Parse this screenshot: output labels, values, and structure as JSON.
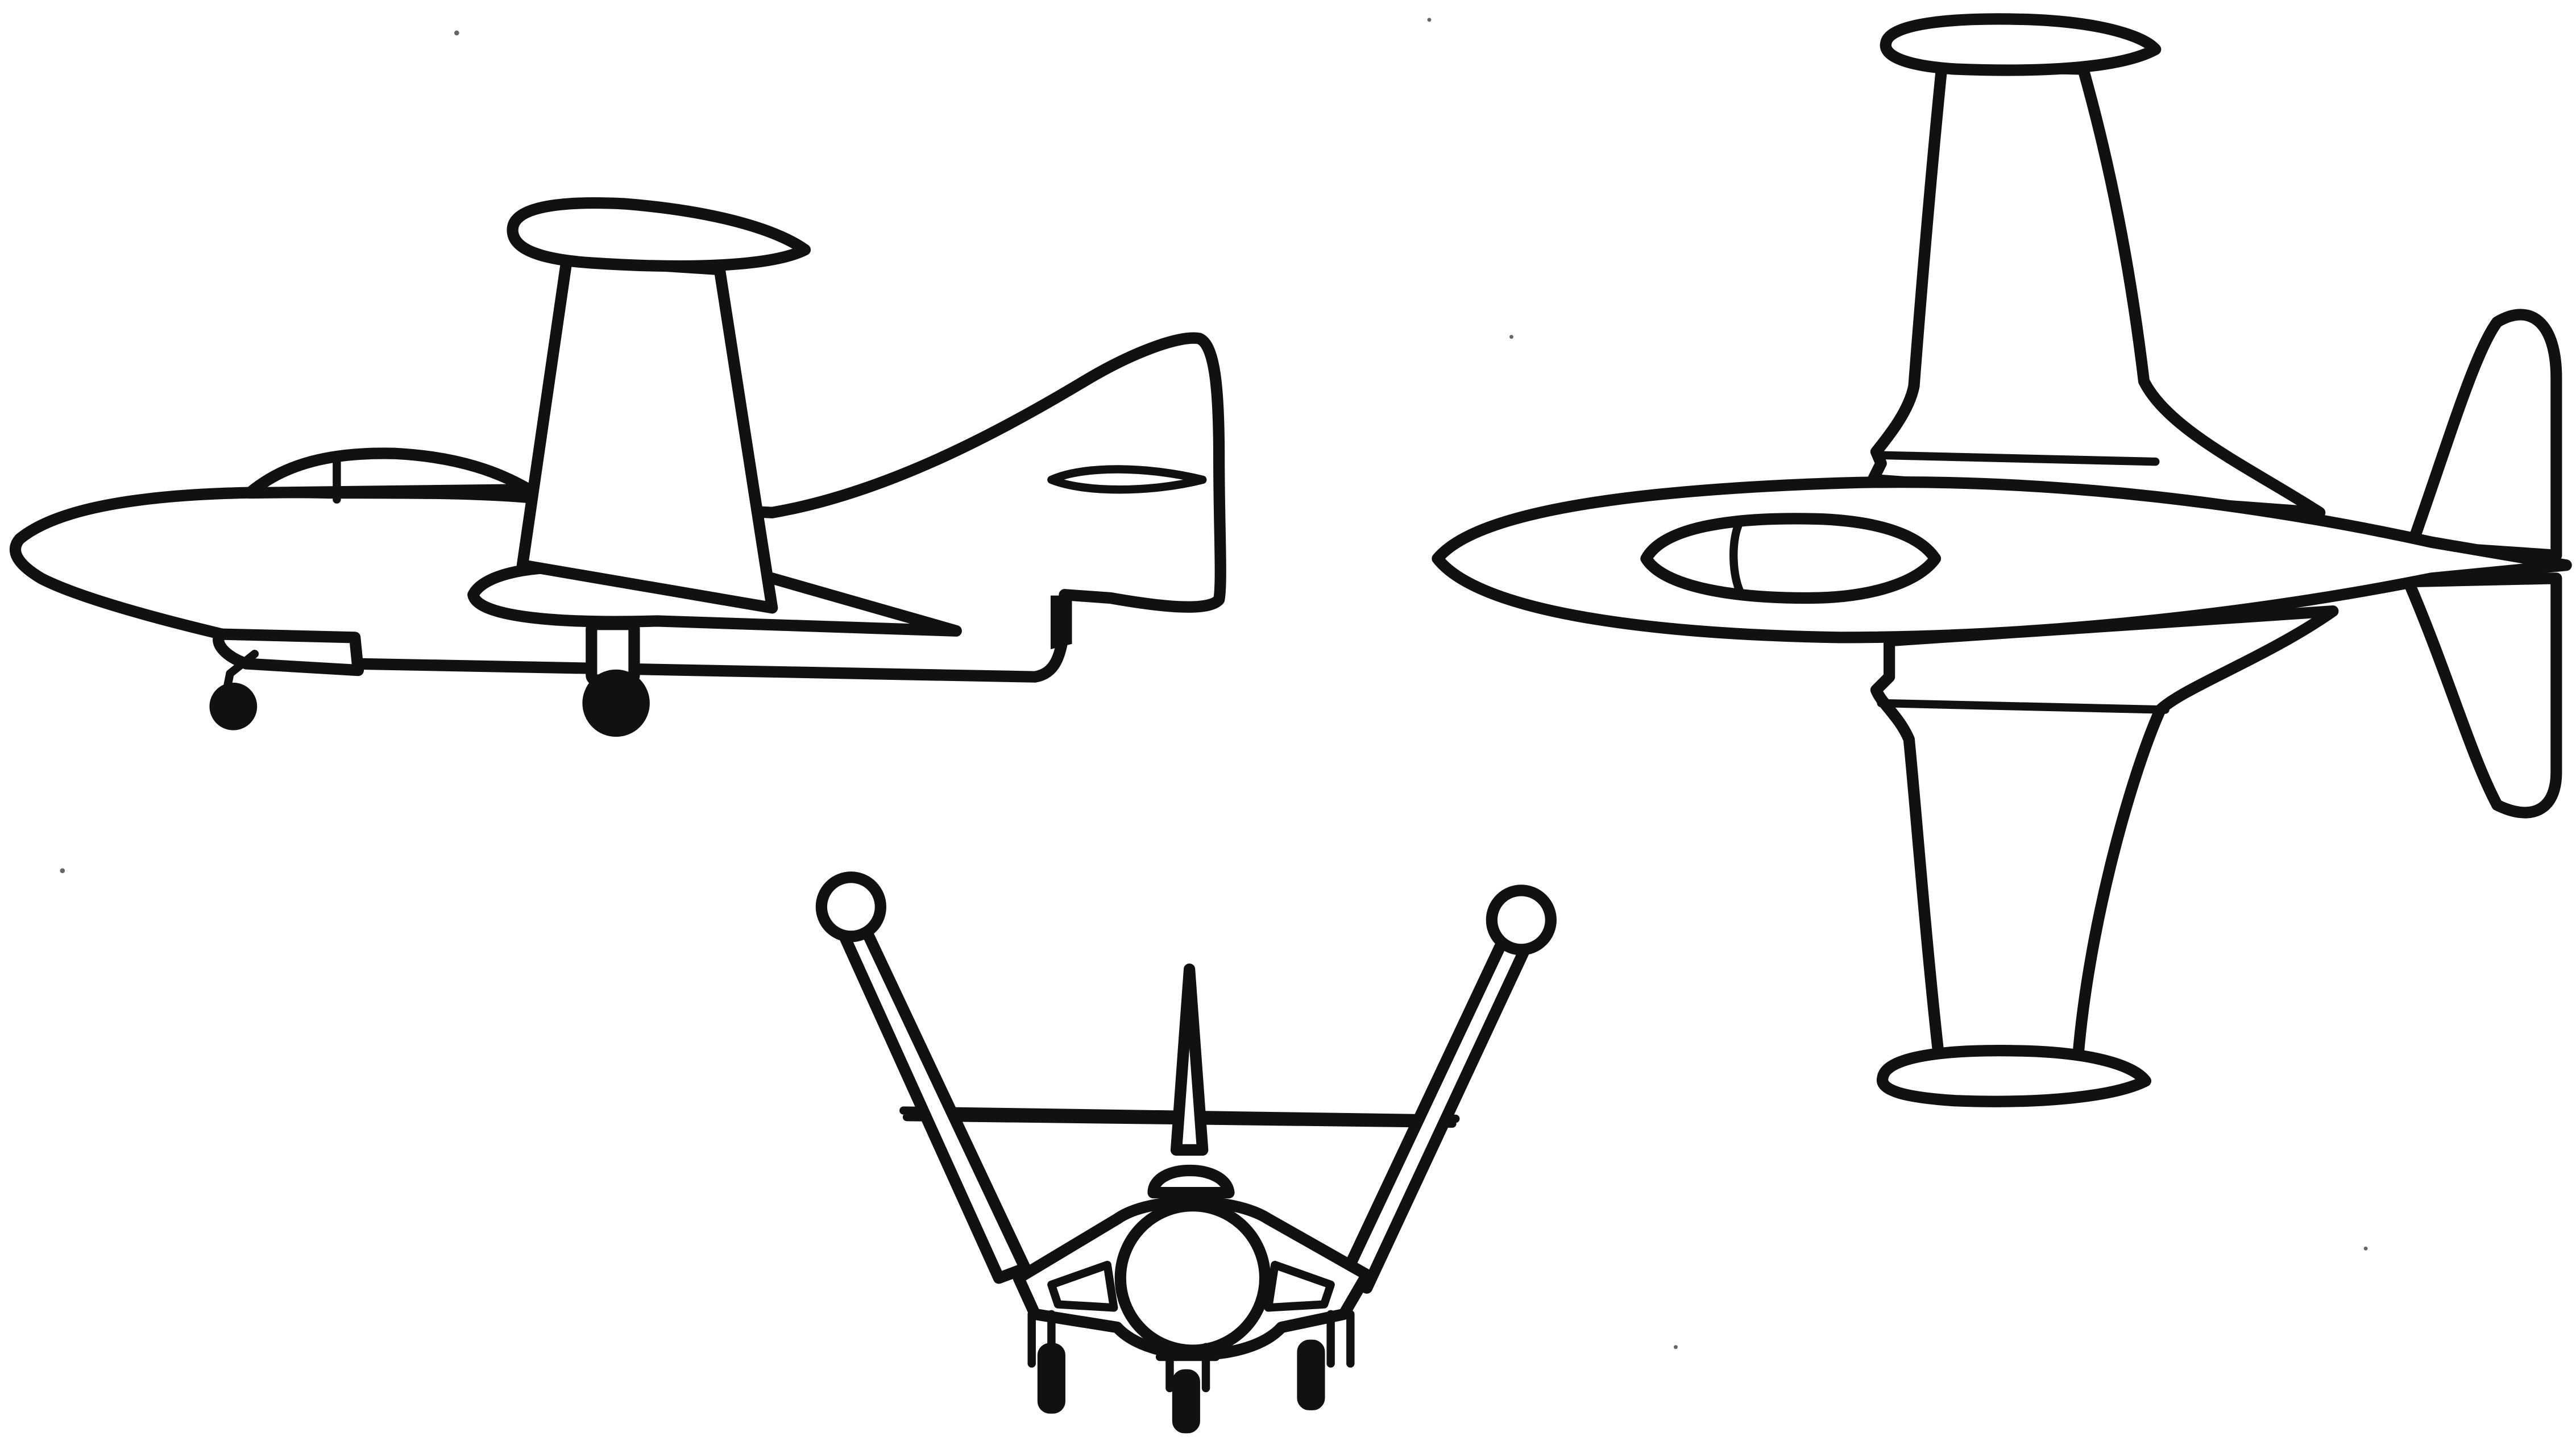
{
  "drawing": {
    "style": "black-ink line drawing on white",
    "ink_color": "#111111",
    "background_color": "#ffffff",
    "views": [
      {
        "id": "side-view",
        "description_name": "side-view-aircraft"
      },
      {
        "id": "top-view",
        "description_name": "top-view-aircraft"
      },
      {
        "id": "front-view",
        "description_name": "front-view-aircraft"
      }
    ]
  }
}
